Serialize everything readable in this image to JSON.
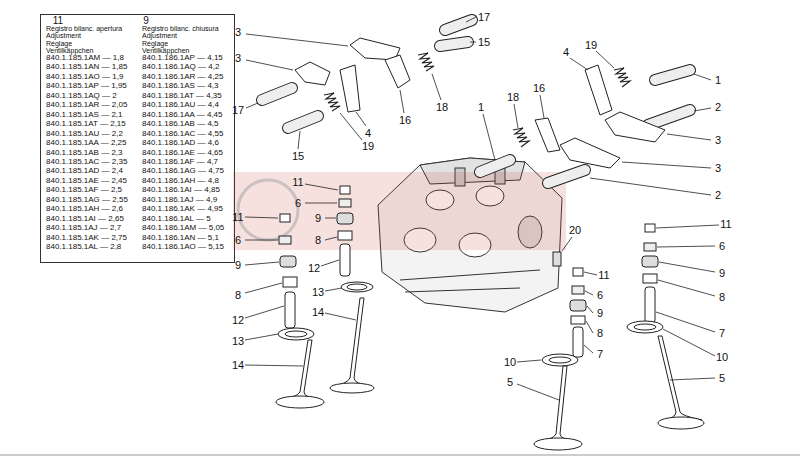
{
  "diagram": {
    "labels": [
      "11",
      "9",
      "Registro bilanc. apertura",
      "Adjustment",
      "Réglage",
      "Ventilkäppchen",
      "Registro bilanc. chiusura",
      "Adjustment",
      "Réglage",
      "Ventilkäppchen",
      "840.1.185.1AM — 1,8",
      "840.1.185.1AN — 1,85",
      "840.1.185.1AO — 1,9",
      "840.1.185.1AP — 1,95",
      "840.1.185.1AQ — 2",
      "840.1.185.1AR — 2,05",
      "840.1.185.1AS — 2,1",
      "840.1.185.1AT — 2,15",
      "840.1.185.1AU — 2,2",
      "840.1.185.1AA — 2,25",
      "840.1.185.1AB — 2,3",
      "840.1.185.1AC — 2,35",
      "840.1.185.1AD — 2,4",
      "840.1.185.1AE — 2,45",
      "840.1.185.1AF — 2,5",
      "840.1.185.1AG — 2,55",
      "840.1.185.1AH — 2,6",
      "840.1.185.1AI — 2,65",
      "840.1.185.1AJ — 2,7",
      "840.1.185.1AK — 2,75",
      "840.1.185.1AL — 2,8",
      "840.1.186.1AP — 4,15",
      "840.1.186.1AQ — 4,2",
      "840.1.186.1AR — 4,25",
      "840.1.186.1AS — 4,3",
      "840.1.186.1AT — 4,35",
      "840.1.186.1AU — 4,4",
      "840.1.186.1AA — 4,45",
      "840.1.186.1AB — 4,5",
      "840.1.186.1AC — 4,55",
      "840.1.186.1AD — 4,6",
      "840.1.186.1AE — 4,65",
      "840.1.186.1AF — 4,7",
      "840.1.186.1AG — 4,75",
      "840.1.186.1AH — 4,8",
      "840.1.186.1AI — 4,85",
      "840.1.186.1AJ — 4,9",
      "840.1.186.1AK — 4,95",
      "840.1.186.1AL — 5",
      "840.1.186.1AM — 5,05",
      "840.1.186.1AN — 5,1",
      "840.1.186.1AO — 5,15",
      "17",
      "3",
      "3",
      "15",
      "17",
      "4",
      "16",
      "18",
      "15",
      "19",
      "1",
      "18",
      "16",
      "4",
      "19",
      "1",
      "2",
      "3",
      "3",
      "2",
      "20",
      "11",
      "6",
      "11",
      "9",
      "6",
      "8",
      "9",
      "12",
      "8",
      "13",
      "12",
      "14",
      "13",
      "14",
      "11",
      "6",
      "9",
      "8",
      "7",
      "10",
      "5",
      "11",
      "6",
      "9",
      "8",
      "7",
      "10",
      "5"
    ]
  }
}
